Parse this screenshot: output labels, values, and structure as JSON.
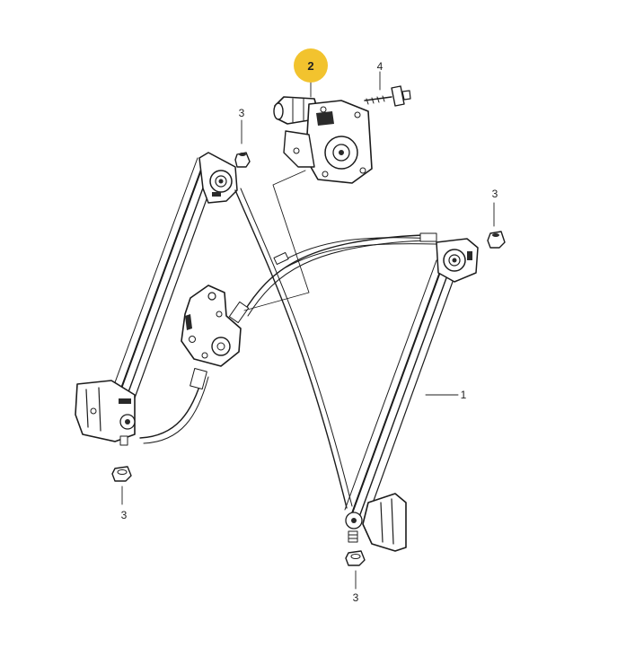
{
  "diagram": {
    "highlight_color": "#f2c32e",
    "callouts": {
      "frame": "1",
      "motor": "2",
      "nut_top_left": "3",
      "nut_right": "3",
      "nut_bottom_left": "3",
      "nut_bottom": "3",
      "bolt": "4"
    }
  }
}
